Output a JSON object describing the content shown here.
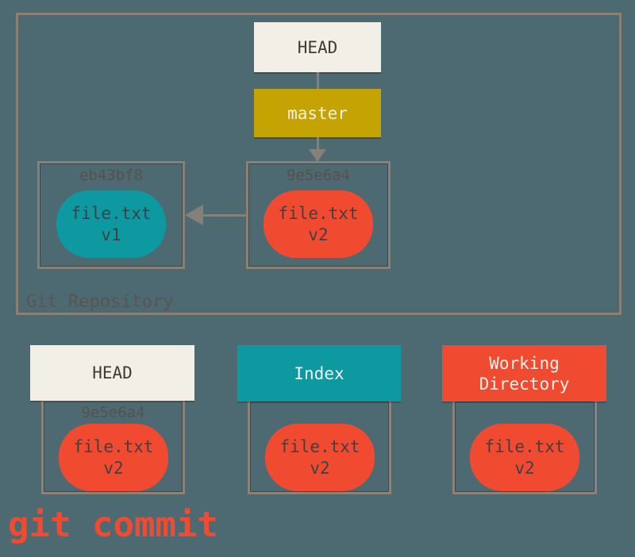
{
  "colors": {
    "background": "#4d6a72",
    "repo_border": "#8a8174",
    "box_border": "#8b8279",
    "cream": "#f2efe7",
    "gold": "#c5a303",
    "teal": "#0e99a1",
    "red": "#f04b30",
    "arrow": "#85807a",
    "dark_text": "#413b34",
    "light_text": "#f4f1ea",
    "hash_text": "#56514b",
    "blob_text": "#3d4145",
    "repo_label_text": "#5a554e",
    "caption_text": "#f04b30"
  },
  "repo": {
    "label": "Git Repository",
    "head_ref": "HEAD",
    "branch_ref": "master",
    "commits": [
      {
        "hash": "eb43bf8",
        "file": "file.txt",
        "version": "v1"
      },
      {
        "hash": "9e5e6a4",
        "file": "file.txt",
        "version": "v2"
      }
    ]
  },
  "areas": [
    {
      "title": "HEAD",
      "hash": "9e5e6a4",
      "file": "file.txt",
      "version": "v2"
    },
    {
      "title": "Index",
      "file": "file.txt",
      "version": "v2"
    },
    {
      "title": "Working Directory",
      "file": "file.txt",
      "version": "v2"
    }
  ],
  "caption": "git commit"
}
